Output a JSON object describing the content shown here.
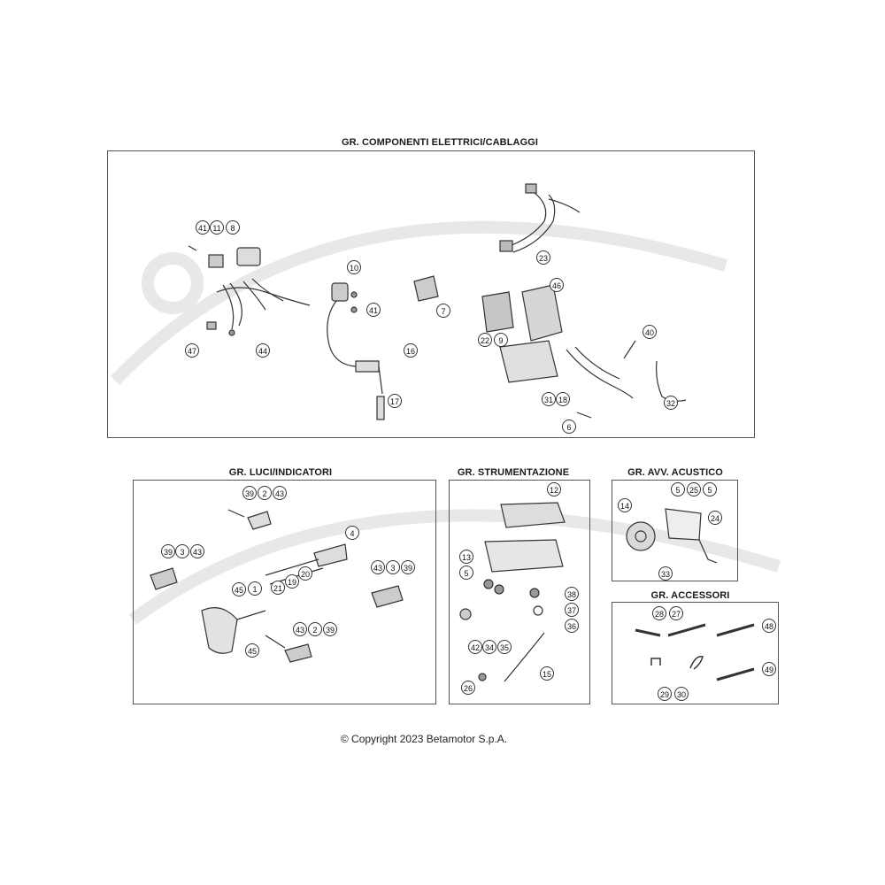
{
  "sections": {
    "cablaggi": {
      "title": "GR. COMPONENTI ELETTRICI/CABLAGGI"
    },
    "luci": {
      "title": "GR. LUCI/INDICATORI"
    },
    "strumentazione": {
      "title": "GR. STRUMENTAZIONE"
    },
    "acustico": {
      "title": "GR. AVV. ACUSTICO"
    },
    "accessori": {
      "title": "GR. ACCESSORI"
    }
  },
  "copyright": "© Copyright 2023 Betamotor S.p.A.",
  "callouts": {
    "cablaggi": [
      "41",
      "11",
      "8",
      "47",
      "44",
      "10",
      "41",
      "16",
      "17",
      "7",
      "23",
      "46",
      "22",
      "9",
      "40",
      "31",
      "18",
      "32",
      "6"
    ],
    "luci": [
      "39",
      "2",
      "43",
      "4",
      "39",
      "3",
      "43",
      "43",
      "3",
      "39",
      "45",
      "1",
      "21",
      "19",
      "20",
      "45",
      "43",
      "2",
      "39"
    ],
    "strumentazione": [
      "12",
      "13",
      "5",
      "38",
      "37",
      "36",
      "42",
      "34",
      "35",
      "15",
      "26"
    ],
    "acustico": [
      "5",
      "25",
      "5",
      "14",
      "24",
      "33"
    ],
    "accessori": [
      "28",
      "27",
      "48",
      "29",
      "30",
      "49"
    ]
  },
  "colors": {
    "line": "#333333",
    "frame": "#555555",
    "watermark": "#e6e6e6"
  }
}
